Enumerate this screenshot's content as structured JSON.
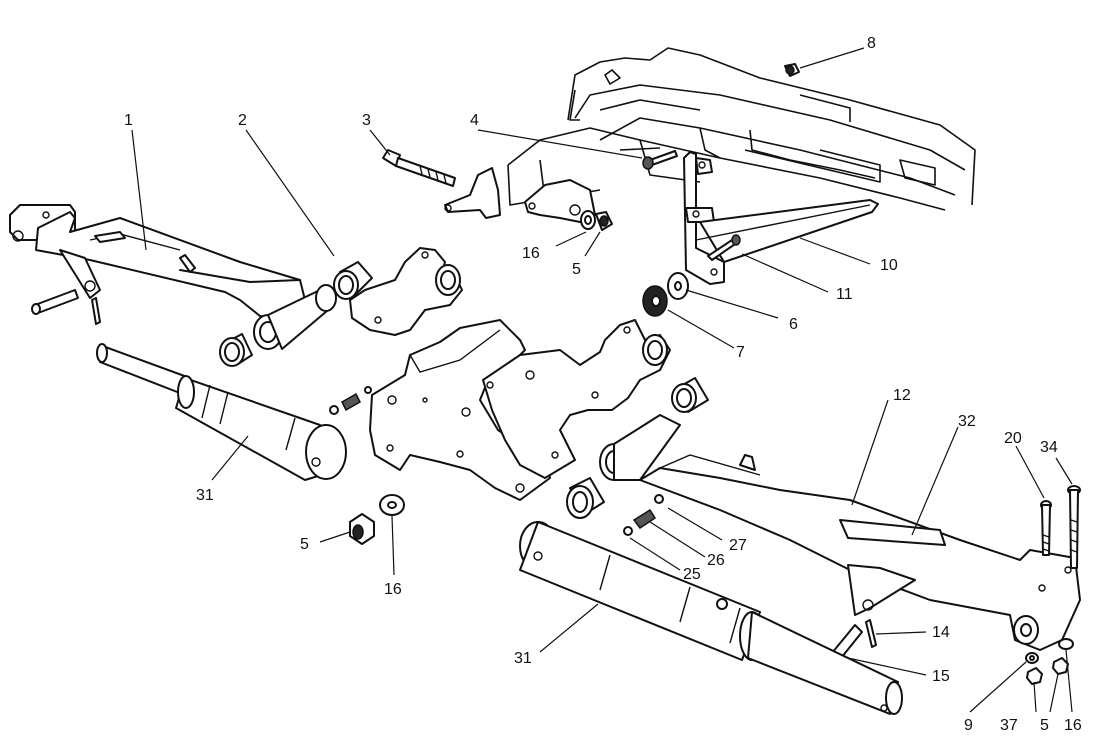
{
  "callouts": [
    {
      "id": "c1",
      "text": "1"
    },
    {
      "id": "c2",
      "text": "2"
    },
    {
      "id": "c3",
      "text": "3"
    },
    {
      "id": "c4",
      "text": "4"
    },
    {
      "id": "c8",
      "text": "8"
    },
    {
      "id": "c16a",
      "text": "16"
    },
    {
      "id": "c5a",
      "text": "5"
    },
    {
      "id": "c10",
      "text": "10"
    },
    {
      "id": "c11",
      "text": "11"
    },
    {
      "id": "c6",
      "text": "6"
    },
    {
      "id": "c7",
      "text": "7"
    },
    {
      "id": "c12",
      "text": "12"
    },
    {
      "id": "c32",
      "text": "32"
    },
    {
      "id": "c20",
      "text": "20"
    },
    {
      "id": "c34",
      "text": "34"
    },
    {
      "id": "c31a",
      "text": "31"
    },
    {
      "id": "c5b",
      "text": "5"
    },
    {
      "id": "c16b",
      "text": "16"
    },
    {
      "id": "c27",
      "text": "27"
    },
    {
      "id": "c26",
      "text": "26"
    },
    {
      "id": "c25",
      "text": "25"
    },
    {
      "id": "c14",
      "text": "14"
    },
    {
      "id": "c31b",
      "text": "31"
    },
    {
      "id": "c15",
      "text": "15"
    },
    {
      "id": "c9",
      "text": "9"
    },
    {
      "id": "c37",
      "text": "37"
    },
    {
      "id": "c5c",
      "text": "5"
    },
    {
      "id": "c16c",
      "text": "16"
    }
  ]
}
